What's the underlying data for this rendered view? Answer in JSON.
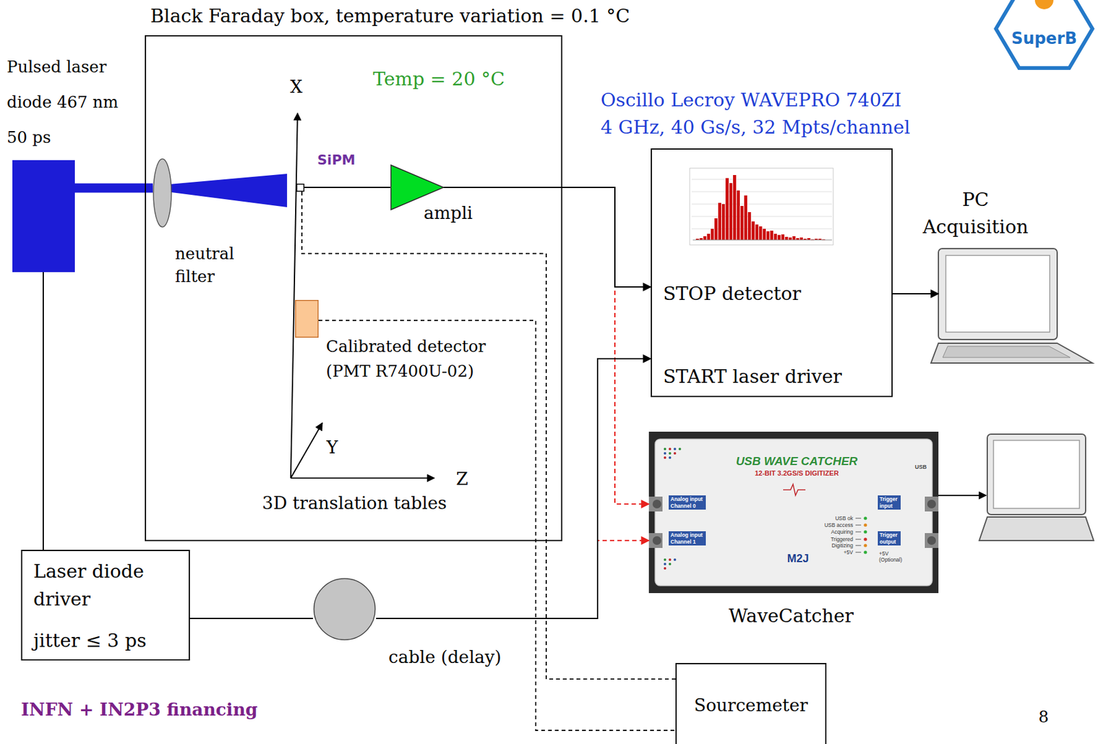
{
  "diagram": {
    "nodes": [
      {
        "text": [
          "Black Faraday box, temperature variation = 0.1 °C",
          "Temp = 20 °C"
        ]
      },
      {
        "text": [
          "SuperB"
        ]
      },
      {
        "text": [
          "Pulsed laser diode 467 nm 50 ps"
        ]
      },
      {
        "text": [
          "neutral filter"
        ],
        "in": 0
      },
      {
        "text": [
          "SiPM"
        ],
        "in": 0
      },
      {
        "text": [
          "ampli"
        ],
        "in": 0
      },
      {
        "text": [
          "Calibrated detector (PMT R7400U-02)"
        ],
        "in": 0
      },
      {
        "text": [
          "Oscillo Lecroy WAVEPRO 740ZI 4 GHz, 40 Gs/s, 32 Mpts/channel",
          "STOP detector",
          "START laser driver"
        ]
      },
      {
        "text": [
          "PC Acquisition"
        ]
      },
      {
        "text": [
          "USB WAVE CATCHER",
          "12-BIT 3.2GS/S DIGITIZER",
          "USB",
          "Analog input Channel 0",
          "Analog input Channel 1",
          "Trigger input",
          "Trigger output",
          "USB ok",
          "USB access",
          "Acquiring",
          "Triggered",
          "Digitizing",
          "+5V",
          "+5V (Optional)",
          "M2J",
          "WaveCatcher"
        ]
      },
      {
        "text": [
          "Laser diode driver",
          "jitter ≤ 3 ps"
        ]
      },
      {
        "text": [
          "cable (delay)"
        ]
      },
      {
        "text": [
          "Sourcemeter"
        ]
      }
    ],
    "edges": [
      {
        "from": 2,
        "to": 3,
        "arrow": "none"
      },
      {
        "from": 2,
        "to": 10,
        "arrow": "none"
      },
      {
        "from": 4,
        "to": 5,
        "arrow": "none"
      },
      {
        "from": 5,
        "to": 7,
        "arrow": "to"
      },
      {
        "from": 5,
        "to": 9,
        "arrow": "to"
      },
      {
        "from": 10,
        "to": 11,
        "arrow": "none"
      },
      {
        "from": 11,
        "to": 7,
        "arrow": "to"
      },
      {
        "from": 11,
        "to": 9,
        "arrow": "to"
      },
      {
        "from": 7,
        "to": 8,
        "arrow": "to"
      },
      {
        "from": 4,
        "to": 12,
        "arrow": "none"
      },
      {
        "from": 6,
        "to": 12,
        "arrow": "none"
      }
    ],
    "labels": [
      "X",
      "Y",
      "Z",
      "3D translation tables",
      "INFN + IN2P3 financing",
      "8"
    ]
  }
}
